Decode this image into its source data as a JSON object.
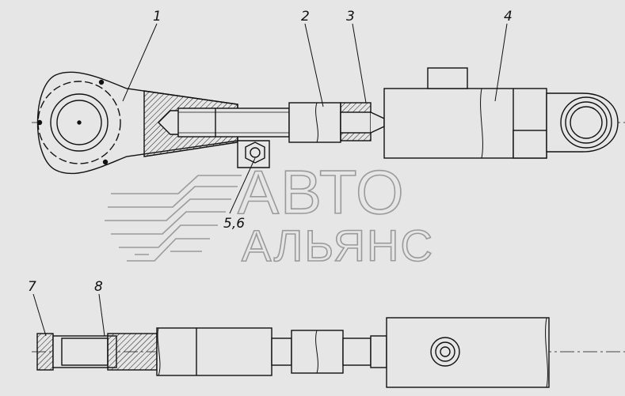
{
  "drawing": {
    "callouts": [
      {
        "id": "c1",
        "label": "1"
      },
      {
        "id": "c2",
        "label": "2"
      },
      {
        "id": "c3",
        "label": "3"
      },
      {
        "id": "c4",
        "label": "4"
      },
      {
        "id": "c56",
        "label": "5,6"
      },
      {
        "id": "c7",
        "label": "7"
      },
      {
        "id": "c8",
        "label": "8"
      }
    ]
  },
  "watermark": {
    "line1": "АВТО",
    "line2": "АЛЬЯНС"
  },
  "colors": {
    "background": "#e6e6e6",
    "line": "#111111",
    "watermark": "#9a9a9a"
  }
}
